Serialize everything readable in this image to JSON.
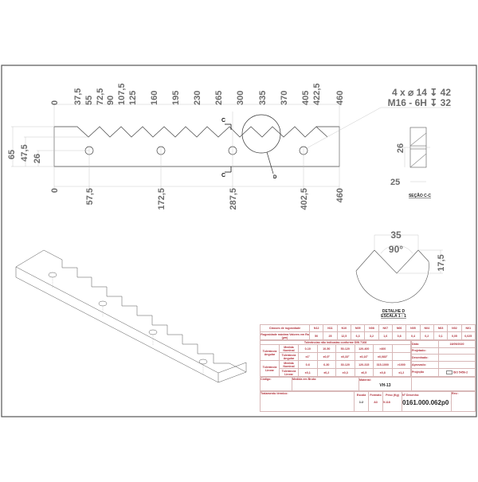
{
  "drawing": {
    "top_dimensions": [
      "0",
      "37,5",
      "55",
      "72,5",
      "90",
      "107,5",
      "125",
      "160",
      "195",
      "230",
      "265",
      "300",
      "335",
      "370",
      "405",
      "422,5",
      "460"
    ],
    "bottom_dimensions": [
      "0",
      "57,5",
      "172,5",
      "287,5",
      "402,5",
      "460"
    ],
    "left_dimensions": [
      "65",
      "47,5",
      "26"
    ],
    "hole_note_line1": "4 x ⌀ 14 ↧ 42",
    "hole_note_line2": "M16 - 6H ↧ 32",
    "section_marker": "C",
    "detail_marker": "D",
    "section_cc": {
      "title": "SEÇÃO C-C",
      "height_dim": "26",
      "width_dim": "25"
    },
    "detail_d": {
      "title": "DETALHE D",
      "scale": "ESCALA 1 : 1",
      "width_dim": "35",
      "angle_dim": "90°",
      "depth_dim": "17,5"
    }
  },
  "title_block": {
    "roughness": {
      "header_label": "Classes de rugosidade",
      "classes": [
        "N12",
        "N11",
        "N10",
        "N09",
        "N08",
        "N07",
        "N06",
        "N05",
        "N04",
        "N03",
        "N02",
        "N01"
      ],
      "values_label": "Rugosidade máxima Valores em Ra (µm)",
      "values": [
        "50",
        "25",
        "12,5",
        "6,3",
        "3,2",
        "1,6",
        "0,8",
        "0,4",
        "0,2",
        "0,1",
        "0,05",
        "0,025"
      ]
    },
    "tolerance_title": "Tolerâncias não indicadas conforme DIN 7168",
    "angular": {
      "label": "Tolerância Angular",
      "nominal_label": "Medida Nominal",
      "tol_label": "Tolerância Angular",
      "nominal": [
        "0-10",
        "10-50",
        "50-120",
        "120-400",
        ">400"
      ],
      "tolerance": [
        "±1°",
        "±0,5°",
        "±0,33°",
        "±0,16°",
        "±0,083°"
      ]
    },
    "linear": {
      "label": "Tolerância Linear",
      "nominal_label": "Medida Nominal",
      "tol_label": "Tolerância Linear",
      "nominal": [
        "0-6",
        "6-30",
        "30-120",
        "120-315",
        "315-1000",
        ">1000"
      ],
      "tolerance": [
        "±0,1",
        "±0,2",
        "±0,3",
        "±0,5",
        "±0,8",
        "±1,2"
      ]
    },
    "date_label": "Data:",
    "date_value": "18/09/2020",
    "projected_label": "Projetado:",
    "drawn_label": "Desenhado:",
    "approved_label": "Aprovado:",
    "projection_label": "Projeção",
    "iso_label": "ISO 5456-2",
    "code_label": "Código:",
    "raw_size_label": "Medida em Bruto:",
    "material_label": "Material:",
    "material_value": "VH-13",
    "heat_treatment_label": "Tratamento térmico:",
    "scale_label": "Escala",
    "scale_value": "1:2",
    "format_label": "Formato",
    "format_value": "A3",
    "weight_label": "Peso (Kg)",
    "weight_value": "5.118",
    "drawing_number_label": "Nº Desenho:",
    "drawing_number_value": "0161.000.062p0",
    "revision_label": "Rev.:"
  }
}
